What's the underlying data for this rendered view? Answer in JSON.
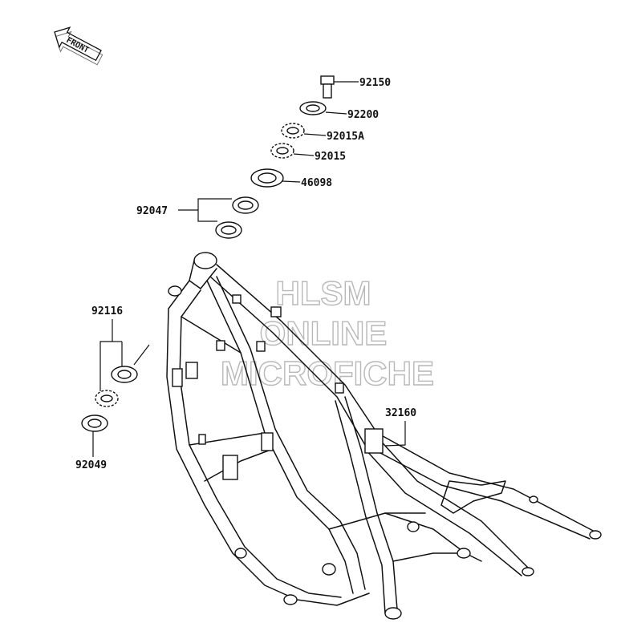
{
  "front_badge": {
    "text": "FRONT"
  },
  "watermark": {
    "line1": "HLSM",
    "line2": "ONLINE",
    "line3": "MICROFICHE"
  },
  "parts": {
    "p92150": "92150",
    "p92200": "92200",
    "p92015A": "92015A",
    "p92015": "92015",
    "p46098": "46098",
    "p92047": "92047",
    "p92116": "92116",
    "p92049": "92049",
    "p32160": "32160"
  }
}
